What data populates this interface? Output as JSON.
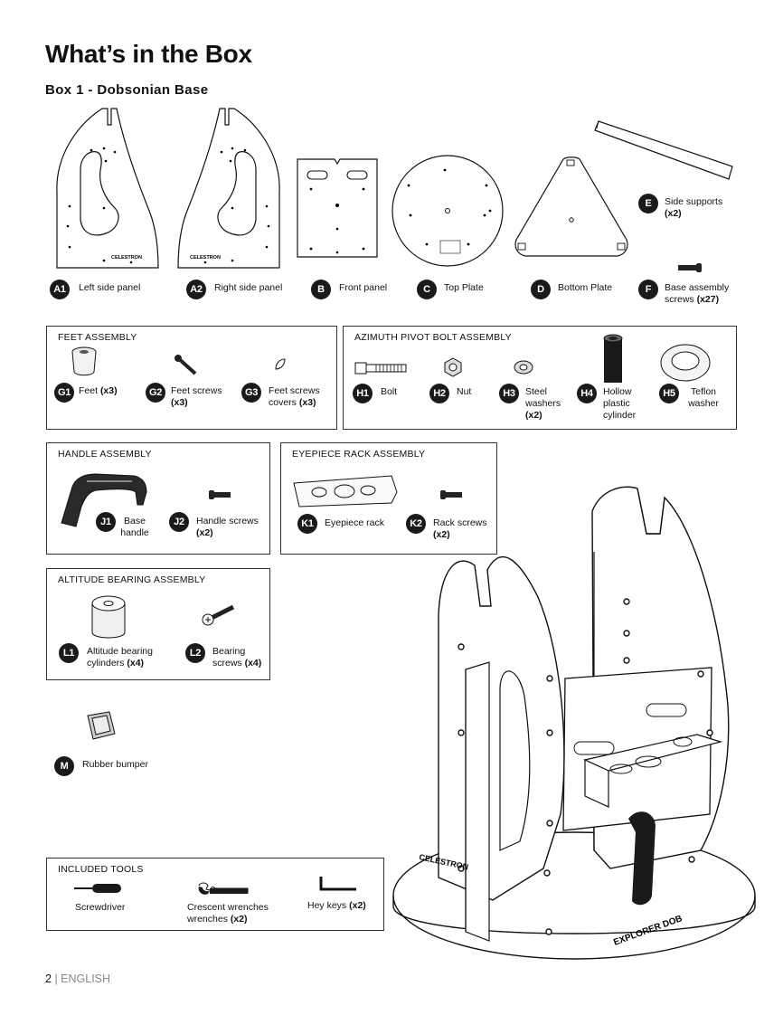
{
  "title": "What’s in the Box",
  "subtitle": "Box 1 - Dobsonian Base",
  "parts": {
    "A1": {
      "code": "A1",
      "label": "Left side panel",
      "brand": "CELESTRON"
    },
    "A2": {
      "code": "A2",
      "label": "Right side panel",
      "brand": "CELESTRON"
    },
    "B": {
      "code": "B",
      "label": "Front panel"
    },
    "C": {
      "code": "C",
      "label": "Top Plate"
    },
    "D": {
      "code": "D",
      "label": "Bottom Plate"
    },
    "E": {
      "code": "E",
      "label": "Side supports",
      "qty": "(x2)"
    },
    "F": {
      "code": "F",
      "label": "Base assembly screws",
      "qty": "(x27)"
    }
  },
  "feet_assembly": {
    "title": "FEET ASSEMBLY",
    "items": [
      {
        "code": "G1",
        "label": "Feet",
        "qty": "(x3)"
      },
      {
        "code": "G2",
        "label": "Feet screws",
        "qty": "(x3)"
      },
      {
        "code": "G3",
        "label": "Feet screws covers",
        "qty": "(x3)"
      }
    ]
  },
  "azimuth_assembly": {
    "title": "AZIMUTH PIVOT BOLT ASSEMBLY",
    "items": [
      {
        "code": "H1",
        "label": "Bolt",
        "qty": ""
      },
      {
        "code": "H2",
        "label": "Nut",
        "qty": ""
      },
      {
        "code": "H3",
        "label": "Steel washers",
        "qty": "(x2)"
      },
      {
        "code": "H4",
        "label": "Hollow plastic cylinder",
        "qty": ""
      },
      {
        "code": "H5",
        "label": "Teflon washer",
        "qty": ""
      }
    ]
  },
  "handle_assembly": {
    "title": "HANDLE ASSEMBLY",
    "items": [
      {
        "code": "J1",
        "label": "Base handle",
        "qty": ""
      },
      {
        "code": "J2",
        "label": "Handle screws",
        "qty": "(x2)"
      }
    ]
  },
  "eyepiece_assembly": {
    "title": "EYEPIECE RACK ASSEMBLY",
    "items": [
      {
        "code": "K1",
        "label": "Eyepiece rack",
        "qty": ""
      },
      {
        "code": "K2",
        "label": "Rack screws",
        "qty": "(x2)"
      }
    ]
  },
  "altitude_assembly": {
    "title": "ALTITUDE BEARING ASSEMBLY",
    "items": [
      {
        "code": "L1",
        "label": "Altitude bearing cylinders",
        "qty": "(x4)"
      },
      {
        "code": "L2",
        "label": "Bearing screws",
        "qty": "(x4)"
      }
    ]
  },
  "bumper": {
    "code": "M",
    "label": "Rubber bumper"
  },
  "tools": {
    "title": "INCLUDED TOOLS",
    "items": [
      {
        "label": "Screwdriver",
        "qty": ""
      },
      {
        "label": "Crescent wrenches",
        "qty": "(x2)"
      },
      {
        "label": "Hey keys",
        "qty": "(x2)"
      }
    ]
  },
  "assembled": {
    "brand": "CELESTRON",
    "model": "EXPLORER DOB"
  },
  "footer": {
    "page": "2",
    "language": "ENGLISH"
  }
}
